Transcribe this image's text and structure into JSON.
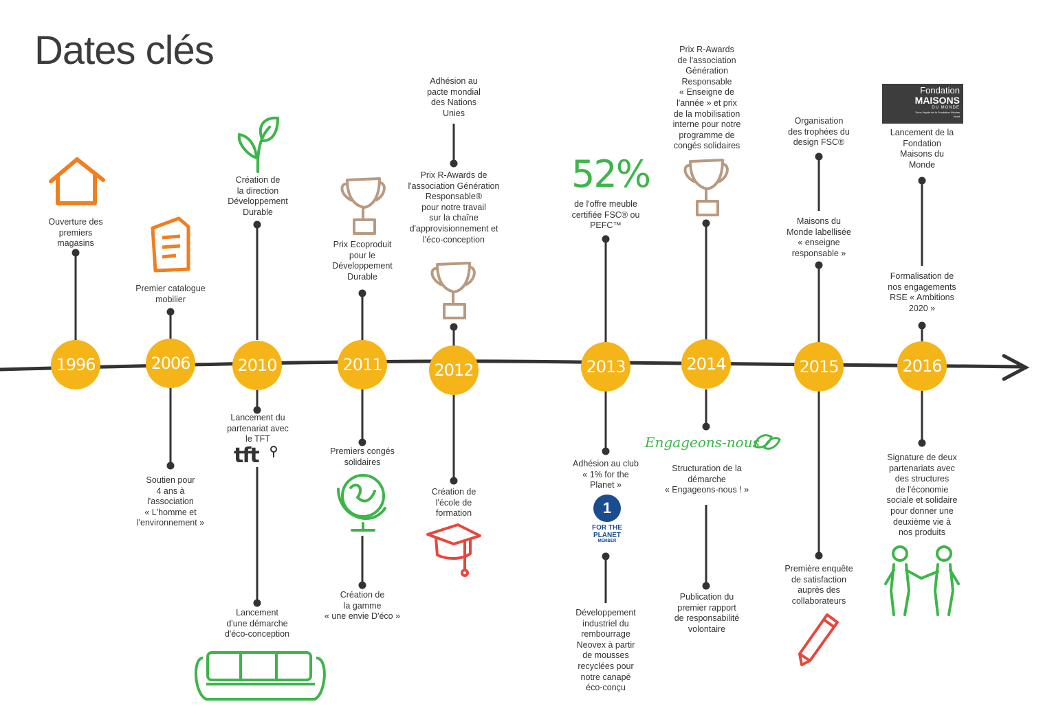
{
  "title": "Dates clés",
  "years": [
    "1996",
    "2006",
    "2010",
    "2011",
    "2012",
    "2013",
    "2014",
    "2015",
    "2016"
  ],
  "events": {
    "e1996_top": "Ouverture des\npremiers\nmagasins",
    "e2006_top": "Premier catalogue\nmobilier",
    "e2006_bottom": "Soutien pour\n4 ans à\nl'association\n« L'homme et\nl'environnement »",
    "e2010_top": "Création de\nla direction\nDéveloppement\nDurable",
    "e2010_bottom1": "Lancement du\npartenariat avec\nle TFT",
    "e2010_bottom2": "Lancement\nd'une démarche\nd'éco-conception",
    "e2011_top": "Prix Ecoproduit\npour le\nDéveloppement\nDurable",
    "e2011_bottom1": "Premiers congés\nsolidaires",
    "e2011_bottom2": "Création de\nla gamme\n« une envie D'éco »",
    "e2012_top1": "Adhésion au\npacte mondial\ndes Nations\nUnies",
    "e2012_top2": "Prix R-Awards de\nl'association Génération\nResponsable®\npour notre travail\nsur la chaîne\nd'approvisionnement et\nl'éco-conception",
    "e2012_bottom": "Création de\nl'école de\nformation",
    "e2013_top": "de l'offre meuble\ncertifiée FSC® ou\nPEFC™",
    "e2013_bottom1": "Adhésion au club\n« 1% for the\nPlanet »",
    "e2013_bottom2": "Développement\nindustriel du\nrembourrage\nNeovex à partir\nde mousses\nrecyclées pour\nnotre canapé\néco-conçu",
    "e2014_top": "Prix R-Awards\nde l'association\nGénération\nResponsable\n« Enseigne de\nl'année » et prix\nde la mobilisation\ninterne pour notre\nprogramme de\ncongés solidaires",
    "e2014_bottom1": "Structuration de la\ndémarche\n« Engageons-nous ! »",
    "e2014_bottom2": "Publication du\npremier rapport\nde responsabilité\nvolontaire",
    "e2015_top1": "Organisation\ndes trophées du\ndesign FSC®",
    "e2015_top2": "Maisons du\nMonde labellisée\n« enseigne\nresponsable »",
    "e2015_bottom": "Première enquête\nde satisfaction\nauprès des\ncollaborateurs",
    "e2016_top1": "Lancement de la\nFondation\nMaisons du\nMonde",
    "e2016_top2": "Formalisation de\nnos engagements\nRSE « Ambitions\n2020 »",
    "e2016_bottom": "Signature de deux\npartenariats avec\ndes structures\nde l'économie\nsociale et solidaire\npour donner une\ndeuxième vie à\nnos produits"
  },
  "logos": {
    "percent": "52%",
    "engageons": "Engageons-nous",
    "tft": "tft",
    "fondation_line1": "Fondation",
    "fondation_line2": "MAISONS",
    "fondation_line3": "DU MONDE",
    "fondation_line4": "Sous l'égide de la Fondation Nicolas Hulot",
    "planet_num": "1",
    "planet_line1": "FOR THE\nPLANET",
    "planet_line2": "MEMBER"
  },
  "colors": {
    "year_circle": "#F5B418",
    "green": "#3DB54A",
    "orange": "#F07F22",
    "brown": "#B89A80",
    "red": "#E8463C",
    "line": "#333333"
  }
}
